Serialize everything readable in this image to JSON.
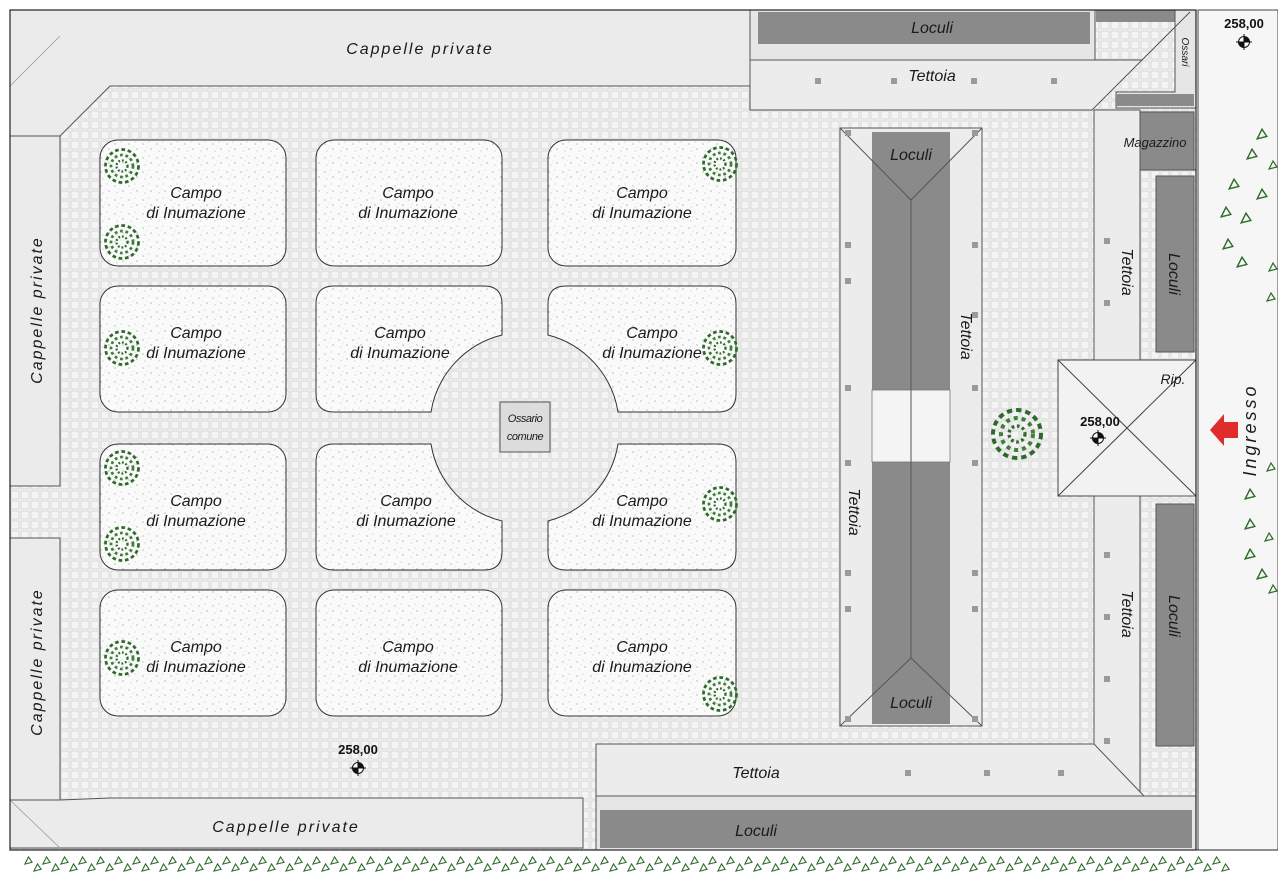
{
  "labels": {
    "cappelle_private": "Cappelle private",
    "campo_line1": "Campo",
    "campo_line2": "di Inumazione",
    "loculi": "Loculi",
    "tettoia": "Tettoia",
    "ossari": "Ossari",
    "magazzino": "Magazzino",
    "rip": "Rip.",
    "ossario_line1": "Ossario",
    "ossario_line2": "comune",
    "ingresso": "Ingresso"
  },
  "elevations": [
    "258,00",
    "258,00",
    "258,00"
  ],
  "colors": {
    "paving": "#f1f1f1",
    "building": "#e6e6e6",
    "loculi": "#8a8a8a",
    "field": "#f8f8f8",
    "tree": "#2e6b2a",
    "arrow": "#e02c2c",
    "line": "#333333"
  }
}
